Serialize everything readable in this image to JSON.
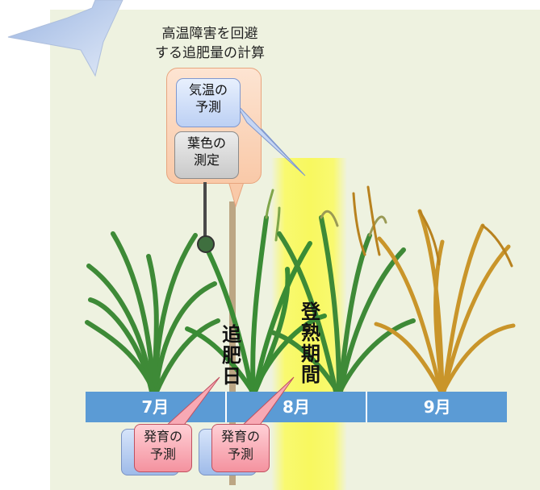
{
  "title": {
    "line1": "高温障害を回避",
    "line2": "する追肥量の計算"
  },
  "callout": {
    "forecast_temp": {
      "line1": "気温の",
      "line2": "予測"
    },
    "leaf_color": {
      "line1": "葉色の",
      "line2": "測定"
    }
  },
  "vertical_labels": {
    "fertilizer_day": [
      "追",
      "肥",
      "日"
    ],
    "ripening_period": [
      "登",
      "熟",
      "期",
      "間"
    ]
  },
  "timeline": {
    "months": [
      "7月",
      "8月",
      "9月"
    ]
  },
  "growth_forecast": {
    "label_line1": "発育の",
    "label_line2": "予測"
  },
  "colors": {
    "panel": "#eef2e0",
    "timeline": "#5b9bd5",
    "highlight": "#f8f85f",
    "green_leaf": "#3e8a37",
    "ripe_leaf": "#c9952a"
  }
}
